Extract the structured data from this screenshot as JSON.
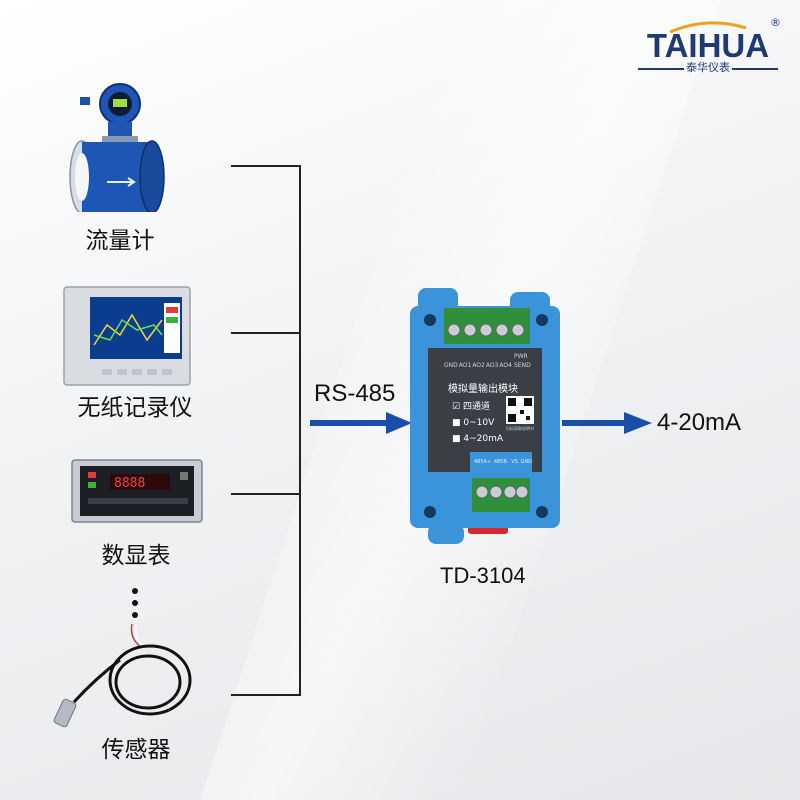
{
  "logo": {
    "name": "TAIHUA",
    "registered": "®",
    "subtitle": "泰华仪表"
  },
  "devices": [
    {
      "label": "流量计",
      "icon": "flowmeter-icon"
    },
    {
      "label": "无纸记录仪",
      "icon": "paperless-recorder-icon"
    },
    {
      "label": "数显表",
      "icon": "digital-display-meter-icon"
    },
    {
      "label": "传感器",
      "icon": "pressure-sensor-icon"
    }
  ],
  "input_signal": "RS-485",
  "output_signal": "4-20mA",
  "module": {
    "model": "TD-3104",
    "panel_title": "模拟量输出模块",
    "options": [
      {
        "label": "四通道",
        "checked": true
      },
      {
        "label": "0~10V",
        "checked": false
      },
      {
        "label": "4~20mA",
        "checked": false
      }
    ],
    "top_terminals": [
      "GND",
      "AO1",
      "AO2",
      "AO3",
      "AO4"
    ],
    "leds": [
      "PWR",
      "SEND"
    ],
    "bottom_terminals": [
      "485A+",
      "485B-",
      "VS",
      "GND"
    ],
    "qr_caption": "扫码获取说明书"
  },
  "colors": {
    "brand_blue": "#1f3a73",
    "arrow_blue": "#1a4fa8",
    "module_blue": "#3b93d9",
    "terminal_green": "#2f8f3a"
  }
}
